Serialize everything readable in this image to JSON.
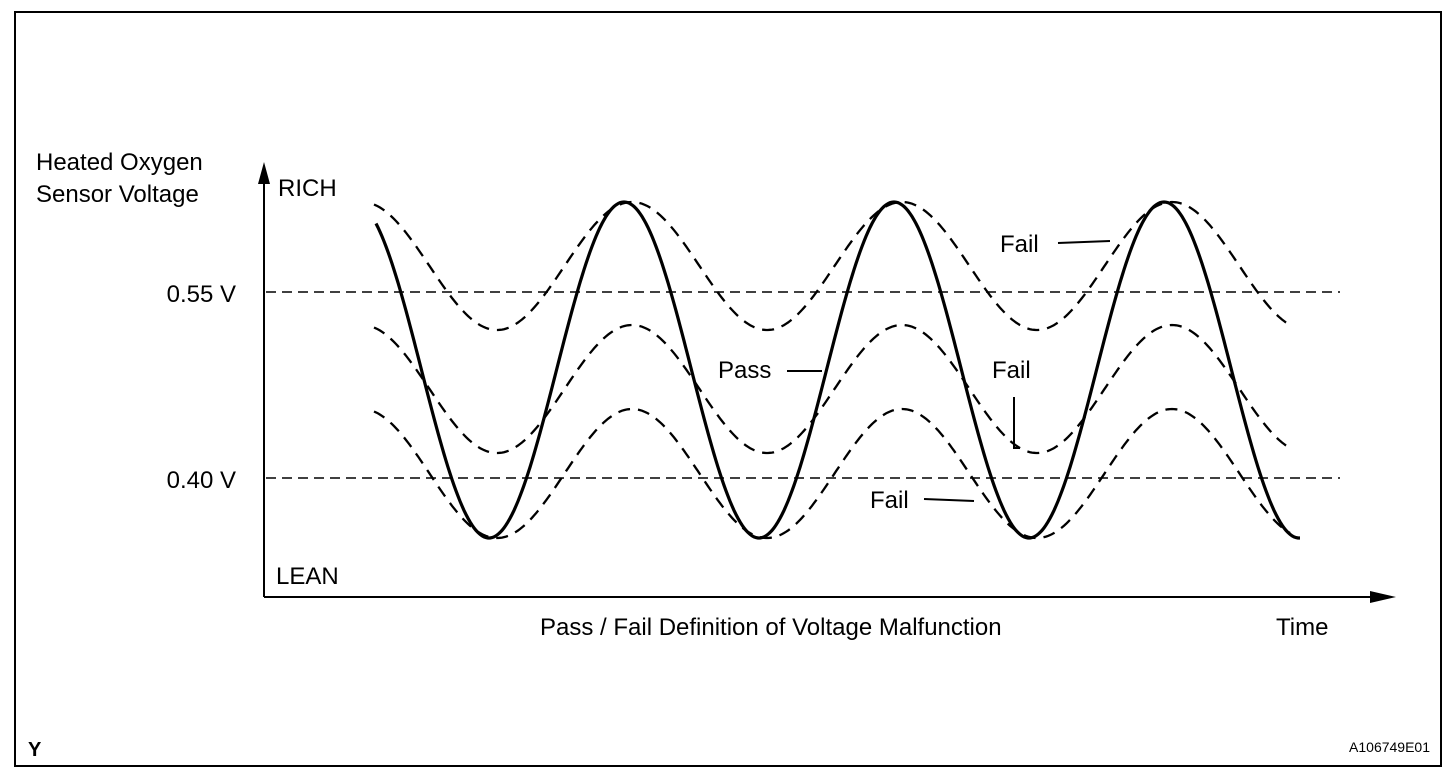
{
  "diagram": {
    "y_axis_title_line1": "Heated Oxygen",
    "y_axis_title_line2": "Sensor Voltage",
    "rich_label": "RICH",
    "lean_label": "LEAN",
    "upper_threshold_label": "0.55 V",
    "lower_threshold_label": "0.40 V",
    "x_axis_label": "Time",
    "caption": "Pass / Fail Definition of Voltage Malfunction",
    "corner_mark": "Y",
    "figure_code": "A106749E01",
    "curve_labels": {
      "pass": "Pass",
      "fail_top": "Fail",
      "fail_middle": "Fail",
      "fail_bottom": "Fail"
    }
  }
}
